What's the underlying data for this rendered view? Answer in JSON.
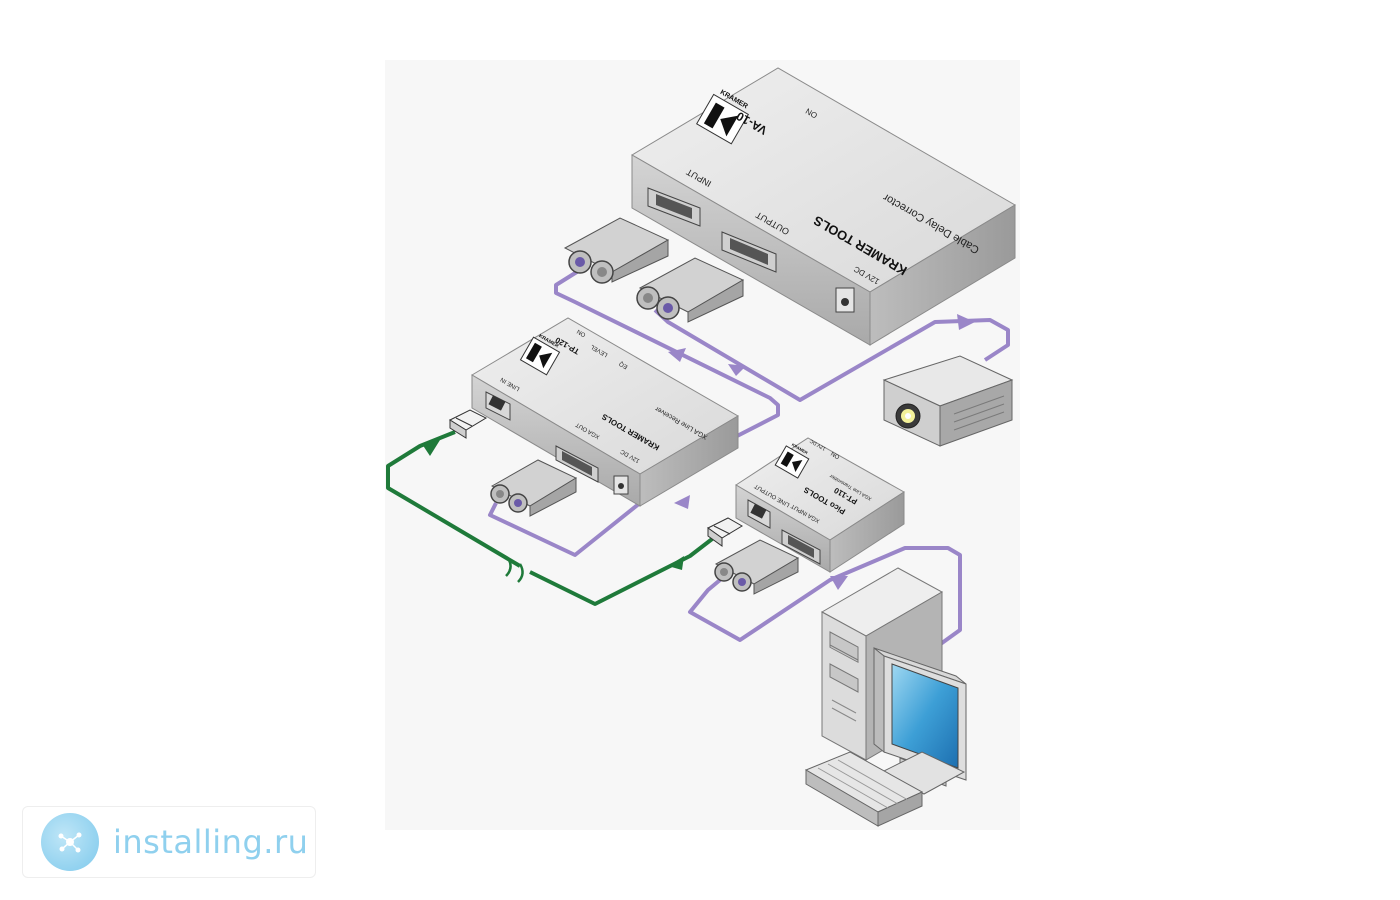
{
  "colors": {
    "video_cable": "#9a86c8",
    "twisted_pair_cable": "#1f7a3a",
    "device_top": "#e6e6e6",
    "device_side": "#b9b9b9",
    "watermark": "#8fd0ee"
  },
  "devices": {
    "va10": {
      "model": "VA-10",
      "brand": "KRAMER TOOLS",
      "logo_text": "KRAMER",
      "subtitle": "Cable Delay Corrector",
      "input_label": "INPUT",
      "output_label": "OUTPUT",
      "power_label": "12V DC",
      "on_label": "ON"
    },
    "tp120": {
      "model": "TP-120",
      "brand": "KRAMER TOOLS",
      "logo_text": "KRAMER",
      "subtitle": "XGA Line Receiver",
      "line_in_label": "LINE IN",
      "xga_out_label": "XGA OUT",
      "power_label": "12V DC",
      "eq_label": "EQ",
      "level_label": "LEVEL",
      "on_label": "ON"
    },
    "pt110": {
      "model": "PT-110",
      "brand": "Pico TOOLS",
      "logo_text": "KRAMER",
      "subtitle": "XGA Line Transmitter",
      "xga_input_label": "XGA INPUT",
      "line_output_label": "LINE OUTPUT",
      "power_label": "12V DC",
      "on_label": "ON"
    }
  },
  "icons": {
    "projector": "projector-icon",
    "computer": "computer-icon",
    "cable_break": "cable-break-icon"
  },
  "watermark": {
    "text": "installing.ru"
  }
}
